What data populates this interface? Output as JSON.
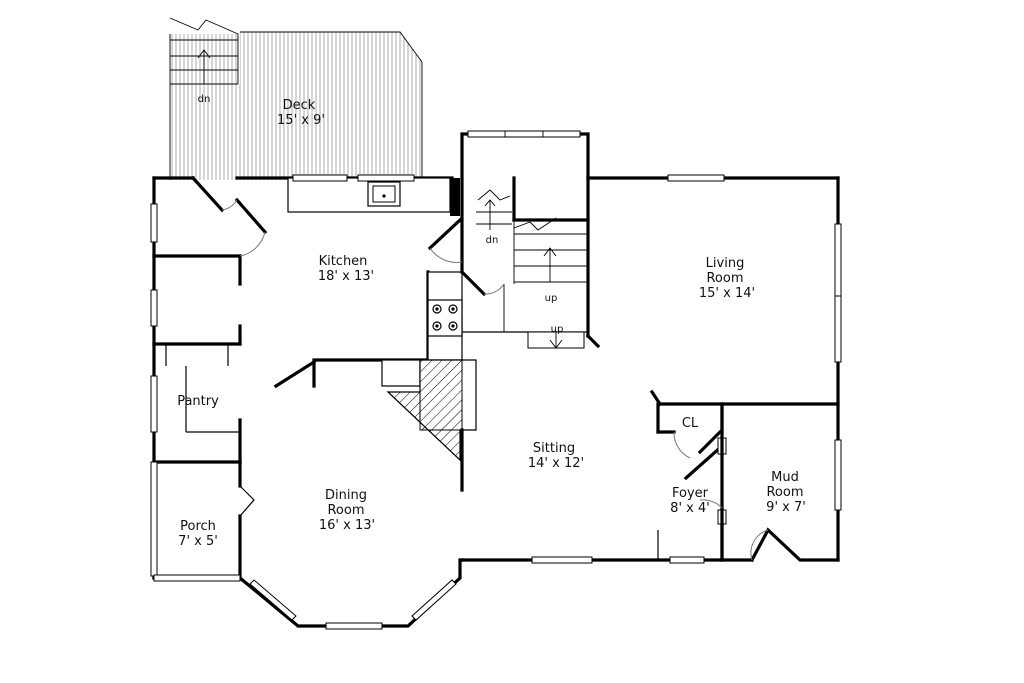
{
  "rooms": {
    "deck": {
      "name": "Deck",
      "dims": "15' x 9'"
    },
    "kitchen": {
      "name": "Kitchen",
      "dims": "18' x 13'"
    },
    "living": {
      "line1": "Living",
      "line2": "Room",
      "dims": "15' x 14'"
    },
    "pantry": {
      "name": "Pantry"
    },
    "sitting": {
      "name": "Sitting",
      "dims": "14' x 12'"
    },
    "closet": {
      "name": "CL"
    },
    "mud": {
      "line1": "Mud",
      "line2": "Room",
      "dims": "9' x 7'"
    },
    "foyer": {
      "name": "Foyer",
      "dims": "8' x 4'"
    },
    "dining": {
      "line1": "Dining",
      "line2": "Room",
      "dims": "16' x 13'"
    },
    "porch": {
      "name": "Porch",
      "dims": "7' x 5'"
    }
  },
  "stairs": {
    "deck_down": "dn",
    "inner_down": "dn",
    "main_up": "up",
    "lower_up": "up"
  },
  "colors": {
    "wall": "#000000",
    "background": "#ffffff",
    "deck_stripe": "#888888"
  }
}
